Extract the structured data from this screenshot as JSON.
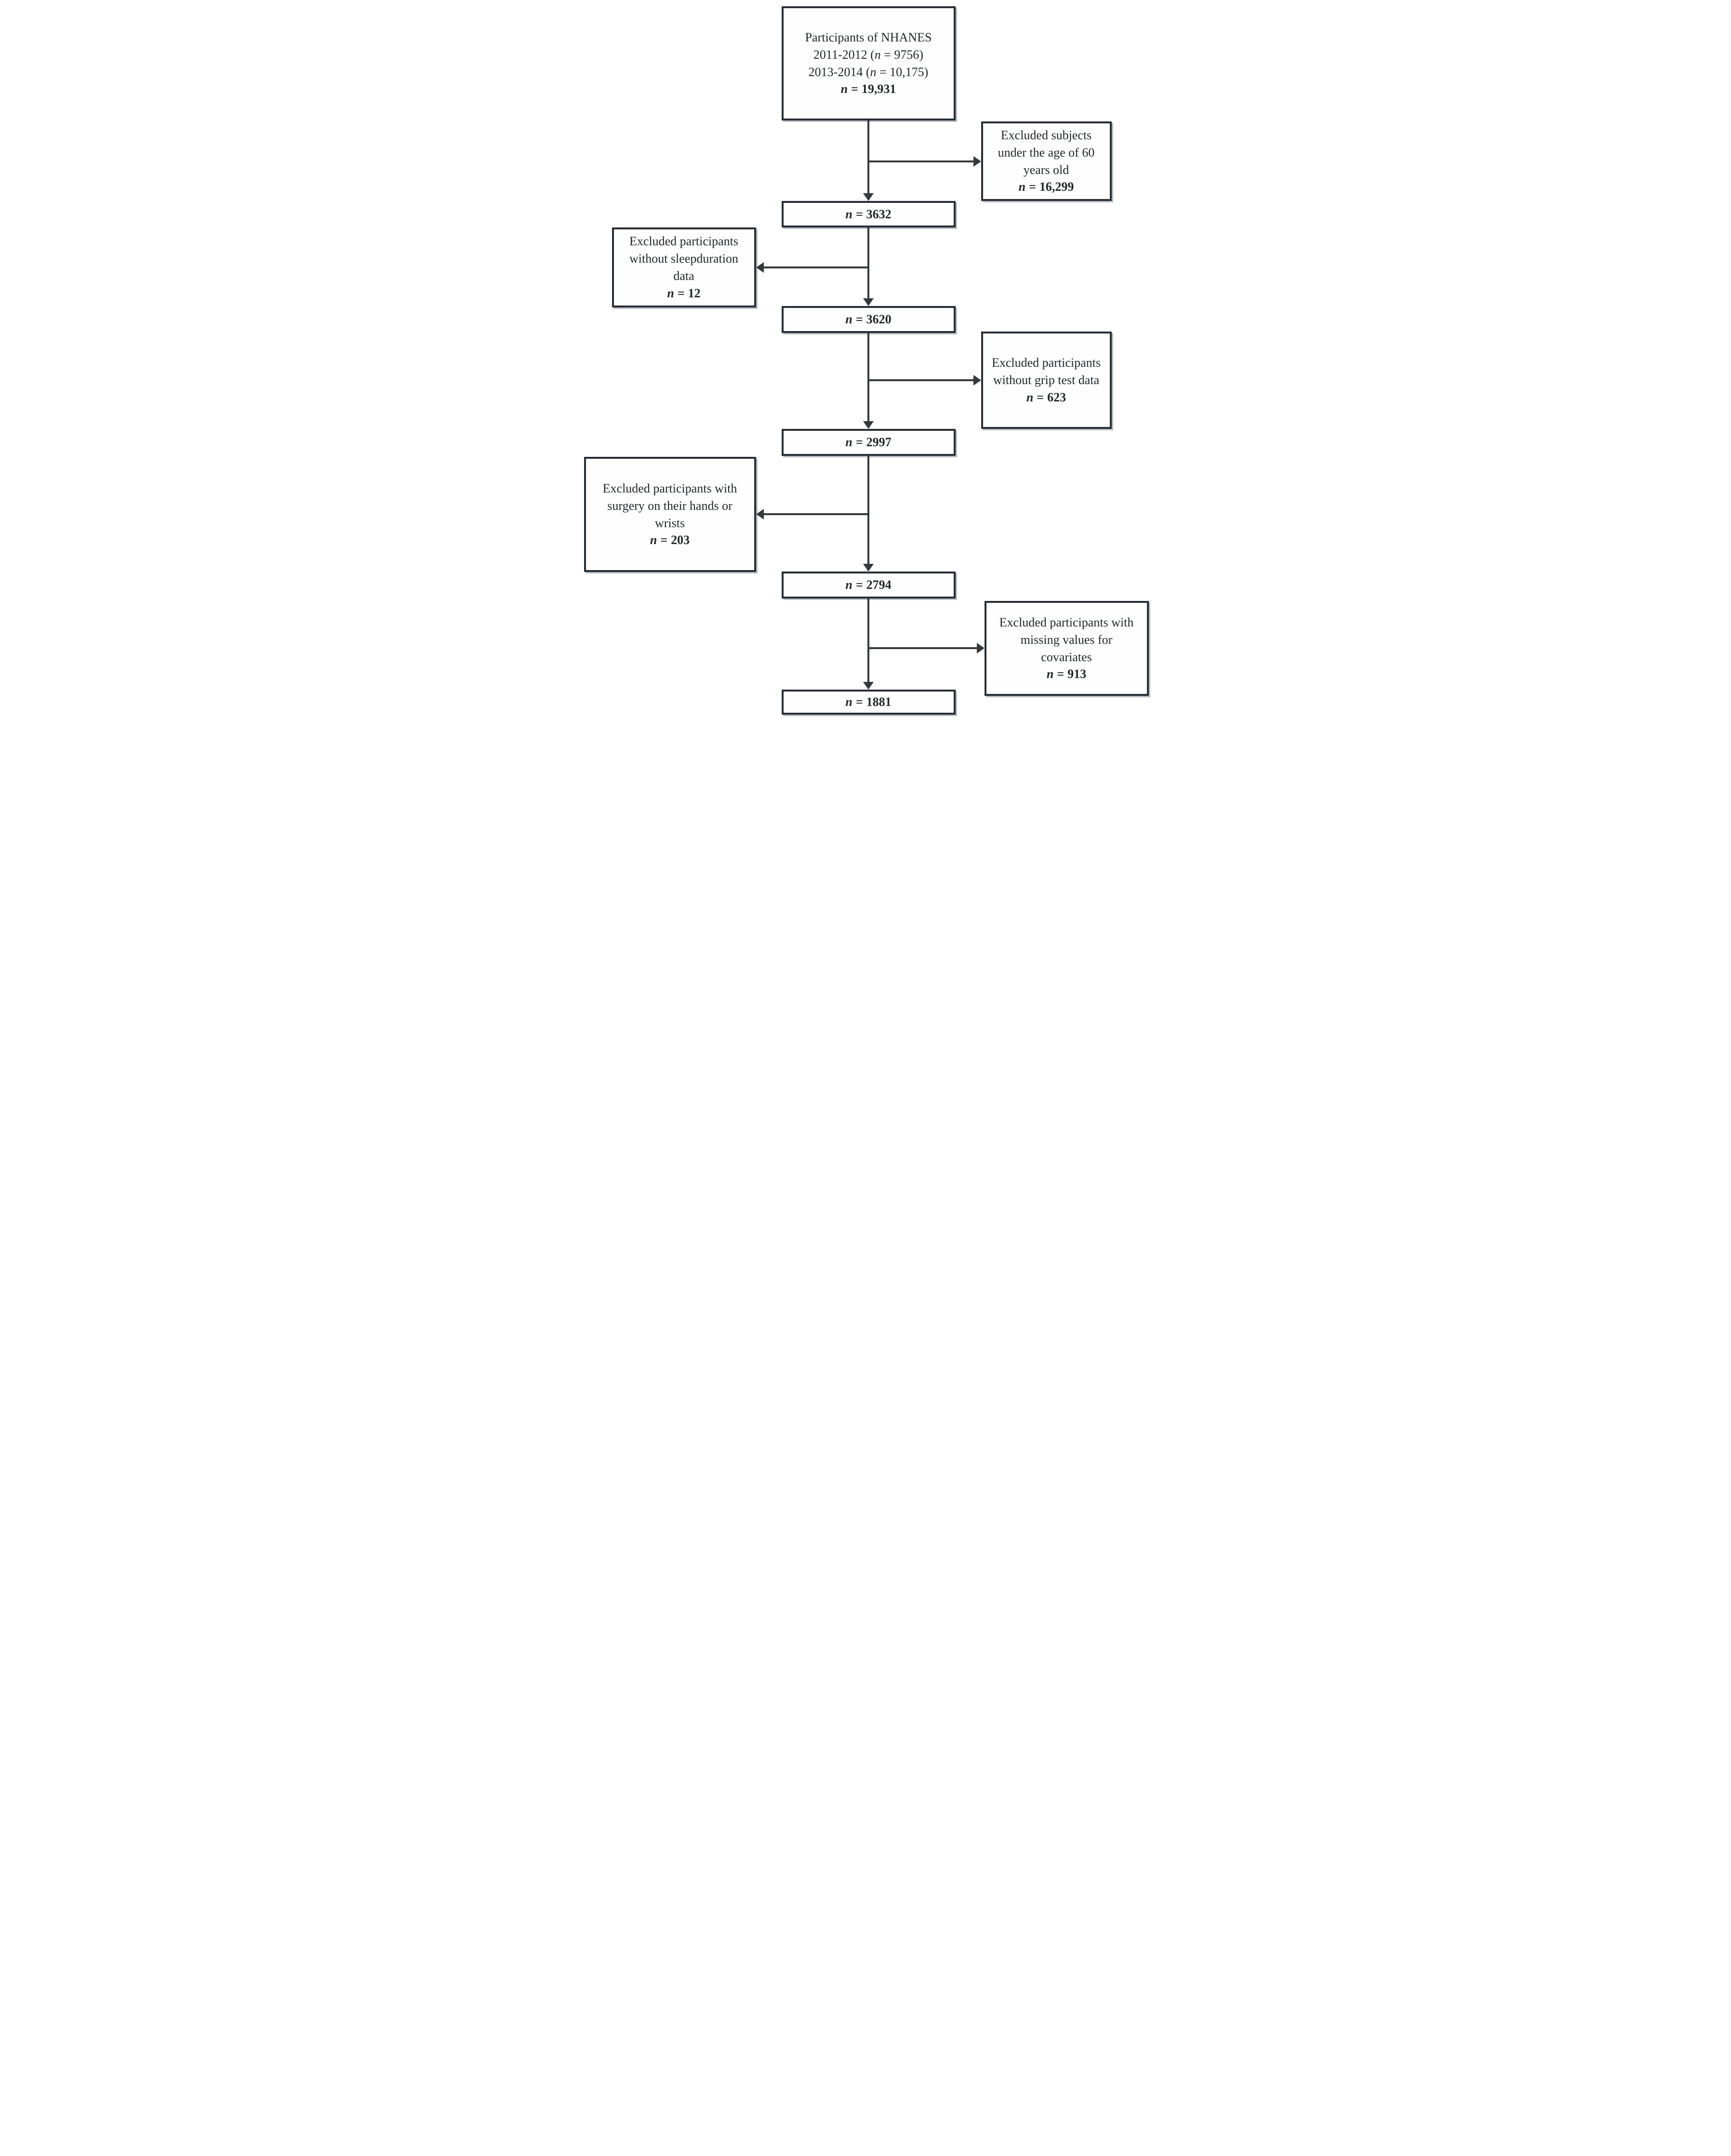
{
  "diagram": {
    "description": "NHANES participant selection flowchart",
    "colors": {
      "background": "#ffffff",
      "box_border": "#262d35",
      "arrow": "#35393c",
      "shadow": "#b7bcc1",
      "text": "#24282b"
    },
    "nodes": {
      "top": {
        "line1": "Participants of NHANES",
        "line2_pre": "2011-2012 (",
        "line2_n": "n",
        "line2_post": " = 9756)",
        "line3_pre": "2013-2014 (",
        "line3_n": "n",
        "line3_post": " = 10,175)",
        "n": "n",
        "eq": "=",
        "value": "19,931"
      },
      "excl_age": {
        "line1": "Excluded subjects",
        "line2": "under the age of 60",
        "line3": "years old",
        "n": "n",
        "eq": "=",
        "value": "16,299"
      },
      "step_3632": {
        "n": "n",
        "eq": "=",
        "value": "3632"
      },
      "excl_sleep": {
        "line1": "Excluded participants",
        "line2": "without sleepduration",
        "line3": "data",
        "n": "n",
        "eq": "=",
        "value": "12"
      },
      "step_3620": {
        "n": "n",
        "eq": "=",
        "value": "3620"
      },
      "excl_grip": {
        "line1": "Excluded participants",
        "line2": "without grip test data",
        "n": "n",
        "eq": "=",
        "value": "623"
      },
      "step_2997": {
        "n": "n",
        "eq": "=",
        "value": "2997"
      },
      "excl_surgery": {
        "line1": "Excluded participants with",
        "line2": "surgery on their hands or",
        "line3": "wrists",
        "n": "n",
        "eq": "=",
        "value": "203"
      },
      "step_2794": {
        "n": "n",
        "eq": "=",
        "value": "2794"
      },
      "excl_covariates": {
        "line1": "Excluded participants with",
        "line2": "missing values for",
        "line3": "covariates",
        "n": "n",
        "eq": "=",
        "value": "913"
      },
      "step_1881": {
        "n": "n",
        "eq": "=",
        "value": "1881"
      }
    }
  }
}
